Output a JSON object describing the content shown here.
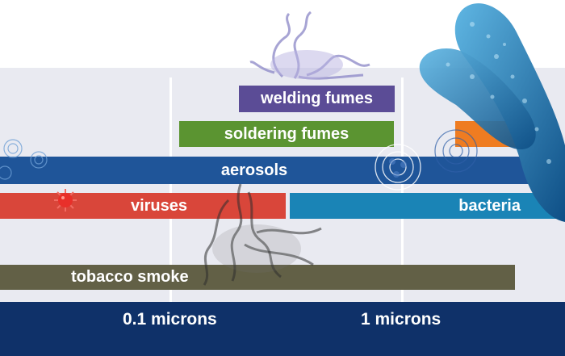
{
  "bars": {
    "welding_fumes": "welding fumes",
    "soldering_fumes": "soldering fumes",
    "aerosols": "aerosols",
    "viruses": "viruses",
    "bacteria": "bacteria",
    "tobacco_smoke": "tobacco smoke"
  },
  "axis": {
    "tick_1": "0.1 microns",
    "tick_2": "1 microns"
  },
  "colors": {
    "welding": "#5b4c96",
    "soldering": "#5b9431",
    "aerosols": "#1f5599",
    "viruses": "#d9463a",
    "bacteria": "#1a84b6",
    "tobacco": "#626046",
    "axis": "#0f3169",
    "orange": "#ef7c21",
    "background": "#e9eaf1"
  },
  "icons": [
    "smoke-wisp-icon",
    "virus-icon",
    "bacteria-icon",
    "particle-cluster-icon"
  ]
}
